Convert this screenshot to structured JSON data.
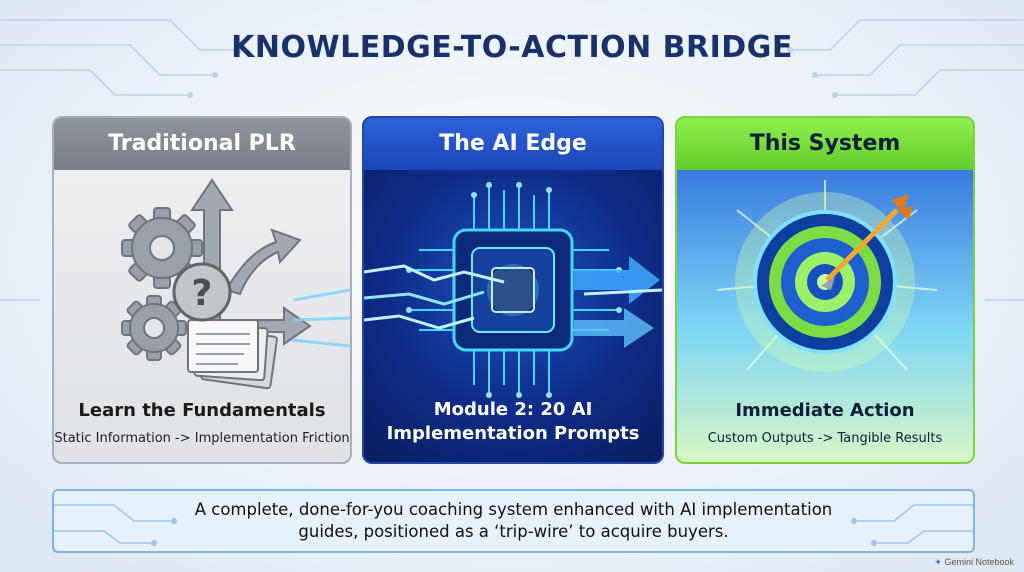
{
  "title": "KNOWLEDGE-TO-ACTION BRIDGE",
  "panels": [
    {
      "heading": "Traditional PLR",
      "subheading": "Learn the Fundamentals",
      "caption": "Static Information -> Implementation Friction",
      "icons": [
        "gears-icon",
        "question-mark-icon",
        "documents-icon",
        "branching-arrows-icon"
      ]
    },
    {
      "heading": "The AI Edge",
      "subheading_line1": "Module 2: 20 AI",
      "subheading_line2": "Implementation Prompts",
      "icons": [
        "chip-icon",
        "circuit-traces-icon",
        "lightning-arrows-icon"
      ]
    },
    {
      "heading": "This System",
      "subheading": "Immediate Action",
      "caption": "Custom Outputs -> Tangible Results",
      "icons": [
        "target-icon",
        "arrow-icon"
      ]
    }
  ],
  "banner": {
    "text": "A complete, done-for-you coaching system enhanced with AI implementation guides, positioned as a ‘trip-wire’ to acquire buyers."
  },
  "watermark": "Gemini Notebook",
  "colors": {
    "title": "#17326a",
    "gray_panel": "#7a8087",
    "blue_panel": "#1a45b8",
    "green_panel": "#62cc2d",
    "energy": "#8fe6ff"
  }
}
